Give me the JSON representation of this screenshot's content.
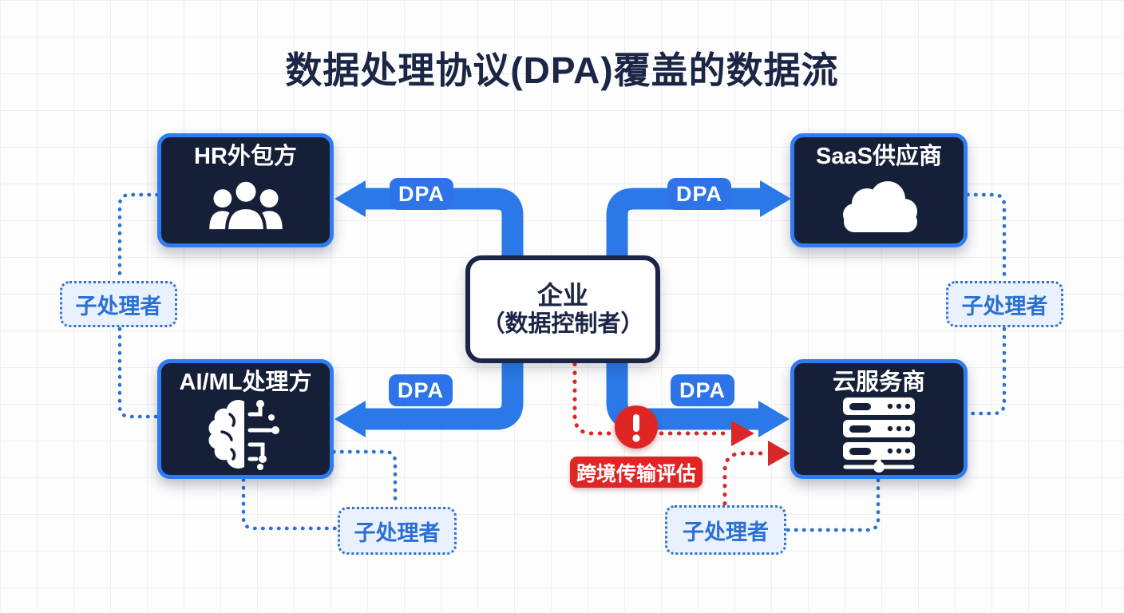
{
  "title": "数据处理协议(DPA)覆盖的数据流",
  "center_node": {
    "line1": "企业",
    "line2": "（数据控制者）"
  },
  "nodes": {
    "hr": {
      "label": "HR外包方",
      "icon": "people-group-icon"
    },
    "saas": {
      "label": "SaaS供应商",
      "icon": "cloud-icon"
    },
    "aiml": {
      "label": "AI/ML处理方",
      "icon": "brain-circuit-icon"
    },
    "cloud": {
      "label": "云服务商",
      "icon": "server-stack-icon"
    }
  },
  "labels": {
    "dpa": "DPA",
    "subprocessor": "子处理者",
    "cross_border_assessment": "跨境传输评估",
    "warning_glyph": "!"
  },
  "colors": {
    "arrow_blue": "#2b79e8",
    "dpa_pill_blue": "#2d74e8",
    "node_border_blue": "#2e7cf0",
    "node_fill_navy": "#152038",
    "title_navy": "#1b2545",
    "subprocessor_bg": "#e8f1fd",
    "subprocessor_text": "#2b6fd4",
    "dotted_blue": "#2e6fd2",
    "alert_red": "#e02525",
    "grid_line": "#edeff4"
  }
}
